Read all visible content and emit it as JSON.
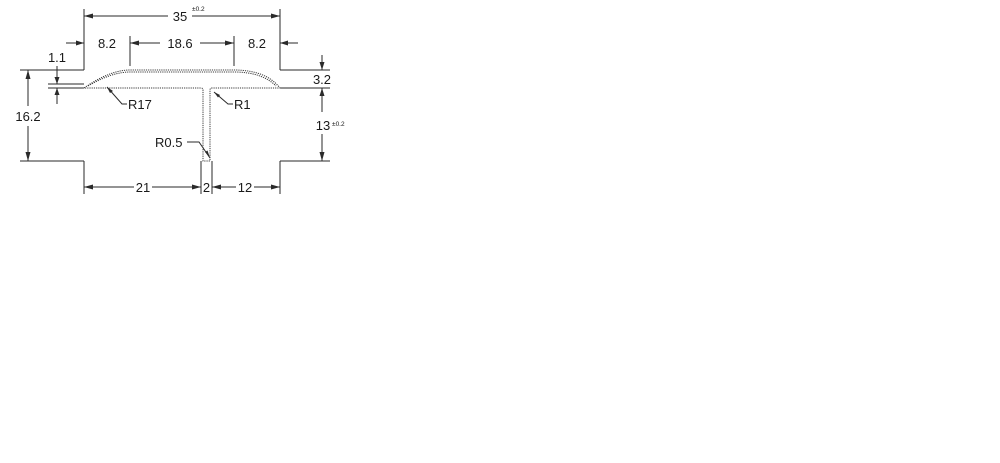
{
  "drawing": {
    "dimensions": {
      "overall_width": "35",
      "overall_width_tolerance": "±0.2",
      "left_flange_width": "8.2",
      "center_span": "18.6",
      "right_flange_width": "8.2",
      "edge_thickness": "1.1",
      "top_thickness": "3.2",
      "overall_height": "16.2",
      "stem_height": "13",
      "stem_height_tolerance": "±0.2",
      "left_offset": "21",
      "stem_width": "2",
      "right_offset": "12"
    },
    "radii": {
      "crown_radius": "R17",
      "fillet_radius": "R1",
      "tip_radius": "R0.5"
    }
  }
}
